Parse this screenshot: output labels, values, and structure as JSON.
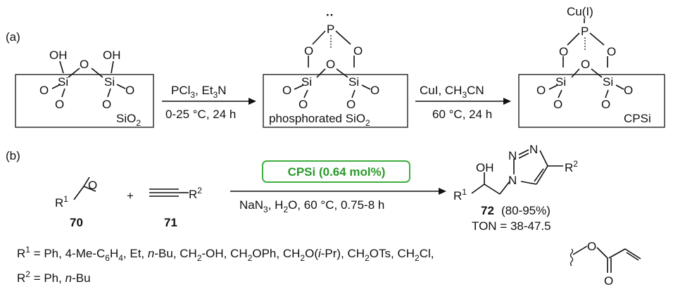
{
  "panel_a": {
    "label": "(a)",
    "silica": {
      "hydroxyls": [
        "OH",
        "OH"
      ],
      "bridge_o": "O",
      "silicons": [
        "Si",
        "Si"
      ],
      "oxygens": [
        "O",
        "O",
        "O",
        "O"
      ],
      "support_label": "SiO",
      "support_sub": "2"
    },
    "step1": {
      "reagent_pcl": "PCl",
      "reagent_pcl_sub": "3",
      "reagent_sep": ", Et",
      "reagent_et_sub": "3",
      "reagent_n": "N",
      "conditions": "0-25 °C, 24 h"
    },
    "phosphorated": {
      "phosphorus": "P",
      "lone_pair": "··",
      "atoms_o": [
        "O",
        "O",
        "O",
        "O",
        "O",
        "O",
        "O"
      ],
      "silicons": [
        "Si",
        "Si"
      ],
      "support_label": "phosphorated SiO",
      "support_sub": "2"
    },
    "step2": {
      "reagent": "CuI, CH",
      "reagent_sub": "3",
      "reagent_end": "CN",
      "conditions": "60 °C, 24 h"
    },
    "cpsi": {
      "copper": "Cu(I)",
      "phosphorus": "P",
      "atoms_o": [
        "O",
        "O",
        "O",
        "O",
        "O",
        "O",
        "O"
      ],
      "silicons": [
        "Si",
        "Si"
      ],
      "support_label": "CPSi"
    }
  },
  "panel_b": {
    "label": "(b)",
    "epoxide": {
      "r": "R",
      "r_sup": "1",
      "o": "O",
      "number": "70"
    },
    "plus": "+",
    "alkyne": {
      "r": "R",
      "r_sup": "2",
      "number": "71"
    },
    "catalyst_badge": "CPSi (0.64 mol%)",
    "conditions_parts": [
      "NaN",
      "3",
      ", H",
      "2",
      "O, 60 °C, 0.75-8 h"
    ],
    "product": {
      "oh": "OH",
      "n_atoms": [
        "N",
        "N",
        "N"
      ],
      "r1": "R",
      "r1_sup": "1",
      "r2": "R",
      "r2_sup": "2",
      "number": "72",
      "yield": "(80-95%)",
      "ton": "TON = 38-47.5"
    },
    "substituents_r1": {
      "prefix": "R",
      "sup": "1",
      "text_parts": [
        " = Ph, 4-Me-C",
        "6",
        "H",
        "4",
        ", Et, ",
        "n",
        "-Bu, CH",
        "2",
        "-OH, CH",
        "2",
        "OPh, CH",
        "2",
        "O(",
        "i",
        "-Pr), CH",
        "2",
        "OTs, CH",
        "2",
        "Cl,"
      ],
      "acrylate_o": [
        "O",
        "O"
      ]
    },
    "substituents_r2": {
      "prefix": "R",
      "sup": "2",
      "text_parts": [
        " = Ph, ",
        "n",
        "-Bu"
      ]
    },
    "colors": {
      "badge_border": "#3fae3f",
      "badge_text": "#2a9a2a",
      "badge_fill": "#ffffff"
    }
  }
}
